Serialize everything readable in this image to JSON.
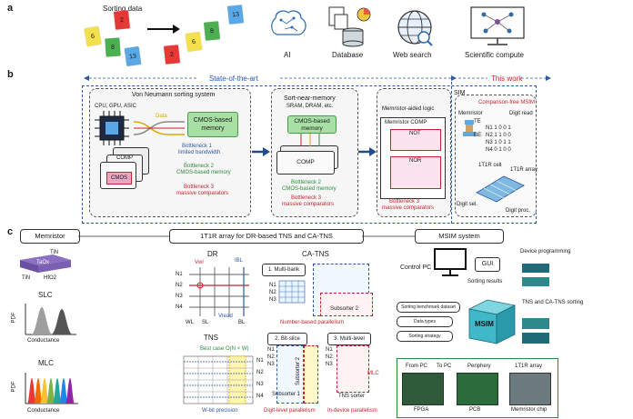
{
  "panel_a": {
    "letter": "a",
    "sorting_label": "Sorting data",
    "unsorted_cards": [
      {
        "value": "2",
        "color": "#e53935"
      },
      {
        "value": "6",
        "color": "#f4e04d"
      },
      {
        "value": "8",
        "color": "#4caf50"
      },
      {
        "value": "13",
        "color": "#5aa9e6"
      }
    ],
    "sorted_cards": [
      {
        "value": "2",
        "color": "#e53935"
      },
      {
        "value": "6",
        "color": "#f4e04d"
      },
      {
        "value": "8",
        "color": "#4caf50"
      },
      {
        "value": "13",
        "color": "#5aa9e6"
      }
    ],
    "apps": [
      "AI",
      "Database",
      "Web search",
      "Scientific compute"
    ]
  },
  "panel_b": {
    "letter": "b",
    "state_label": "State-of-the-art",
    "this_work_label": "This work",
    "von": {
      "title": "Von Neumann sorting system",
      "chips": "CPU, GPU, ASIC",
      "data": "Data",
      "cmos_mem": "CMOS-based memory",
      "comp": "COMP",
      "cmos": "CMOS",
      "b1_title": "Bottleneck 1",
      "b1_text": "limited bandwidth",
      "b2_title": "Bottleneck 2",
      "b2_text": "CMOS-based memory",
      "b3_title": "Bottleneck 3",
      "b3_text": "massive comparators"
    },
    "near": {
      "title": "Sort-near-memory",
      "sub": "SRAM, DRAM, etc.",
      "cmos_mem": "CMOS-based memory",
      "comp": "COMP",
      "b2_title": "Bottleneck 2",
      "b2_text": "CMOS-based memory",
      "b3_title": "Bottleneck 3",
      "b3_text": "massive comparators"
    },
    "memlogic": {
      "title": "Memristor-aided logic",
      "comp": "Memristor COMP",
      "not": "NOT",
      "nor": "NOR",
      "b3_title": "Bottleneck 3",
      "b3_text": "massive comparators"
    },
    "sim": {
      "title": "SIM",
      "cf": "Comparison-free MSIM",
      "memristor": "Memristor",
      "te": "TE",
      "be": "BE",
      "digit_read": "Digit read",
      "rows": [
        {
          "n": "N1",
          "bits": "1 0 0 1"
        },
        {
          "n": "N2",
          "bits": "1 1 0 0"
        },
        {
          "n": "N3",
          "bits": "1 0 1 1"
        },
        {
          "n": "N4",
          "bits": "0 1 0 0"
        }
      ],
      "cell": "1T1R cell",
      "array": "1T1R array",
      "digit_sel": "Digit sel.",
      "digit_proc": "Digit proc."
    }
  },
  "panel_c": {
    "letter": "c",
    "memristor": "Memristor",
    "tin_top": "TiN",
    "tao": "TaOx",
    "tin_bot": "TiN",
    "hfo": "HfO2",
    "slc": "SLC",
    "mlc": "MLC",
    "pdf": "PDF",
    "conductance": "Conductance",
    "array_header": "1T1R array for DR-based TNS and CA-TNS",
    "dr": "DR",
    "dr_rows": [
      "N1",
      "N2",
      "N3",
      "N4"
    ],
    "wl": "WL",
    "sl": "SL",
    "bl": "BL",
    "v_read": "Vread",
    "v_wl": "Vwl",
    "i_bl": "IBL",
    "tns": "TNS",
    "best_case": "Best case O(N × W)",
    "w_bit": "W-bit precision",
    "catns": "CA-TNS",
    "multibank": "1. Multi-bank",
    "sub1": "Subsorter 1",
    "sub2": "Subsorter 2",
    "number_par": "Number-based parallelism",
    "bitslice": "2. Bit-slice",
    "multilevel": "3. Multi-level",
    "digit_par": "Digit-level parallelism",
    "indevice": "In-device parallelism",
    "tns_sorter": "TNS sorter",
    "mlc_lbl": "MLC",
    "msim_header": "MSIM system",
    "control_pc": "Control PC",
    "gui": "GUI",
    "device_prog": "Device programming",
    "sorting_results": "Sorting results",
    "bench": "Sorting benchmark dataset",
    "data_types": "Data types",
    "strategy": "Sorting strategy",
    "msim": "MSIM",
    "tns_ca": "TNS and CA-TNS sorting",
    "from_pc": "From PC",
    "to_pc": "To PC",
    "periphery": "Periphery",
    "array_1t1r": "1T1R array",
    "fpga": "FPGA",
    "pcb": "PCB",
    "chip": "Memristor chip"
  }
}
